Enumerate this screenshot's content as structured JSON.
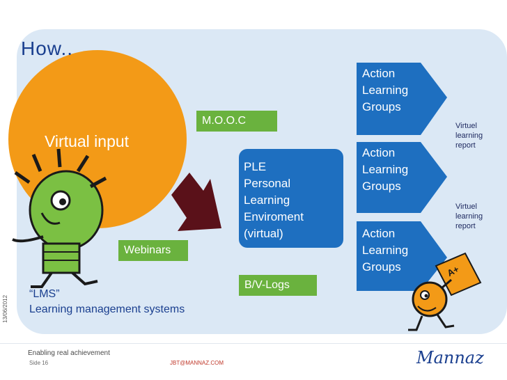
{
  "title": "How..",
  "virtual_input": "Virtual input",
  "mooc": "M.O.O.C",
  "webinars": "Webinars",
  "blogs": "B/V-Logs",
  "ple": {
    "lines": [
      "PLE",
      "Personal",
      "Learning",
      "Enviroment",
      "(virtual)"
    ]
  },
  "action_groups": [
    {
      "lines": [
        "Action",
        "Learning",
        "Groups"
      ]
    },
    {
      "lines": [
        "Action",
        "Learning",
        "Groups"
      ]
    },
    {
      "lines": [
        "Action",
        "Learning",
        "Groups"
      ]
    }
  ],
  "virtuel_reports": [
    {
      "lines": [
        "Virtuel",
        "learning",
        "report"
      ]
    },
    {
      "lines": [
        "Virtuel",
        "learning",
        "report"
      ]
    }
  ],
  "lms": {
    "line1": "“LMS”",
    "line2": "Learning management systems"
  },
  "date": "13/06/2012",
  "grade_badge": "A+",
  "footer": {
    "brand": "Enabling real achievement",
    "slide": "Side 16",
    "email": "JBT@MANNAZ.COM",
    "logo": "Mannaz"
  },
  "colors": {
    "background_panel": "#dbe8f5",
    "orange_circle": "#f39a17",
    "green_box": "#6ab23e",
    "blue_box": "#1e6fc0",
    "arrow_dark": "#5a1119",
    "title": "#1a3f8f"
  }
}
